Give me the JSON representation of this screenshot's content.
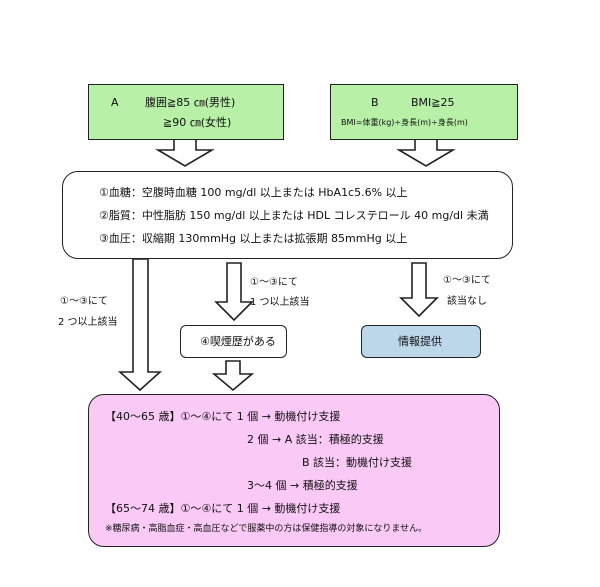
{
  "box_a": {
    "letter": "A",
    "line1": "腹囲≧85 ㎝(男性)",
    "line2": "≧90 ㎝(女性)",
    "fill": "#b7f0a6"
  },
  "box_b": {
    "letter": "B",
    "line1": "BMI≧25",
    "line2": "BMI=体重(kg)÷身長(m)÷身長(m)",
    "fill": "#b7f0a6"
  },
  "criteria": {
    "line1": "①血糖：空腹時血糖 100 mg/dl 以上または HbA1c5.6% 以上",
    "line2": "②脂質：中性脂肪 150 mg/dl 以上または HDL コレステロール 40 mg/dl 未満",
    "line3": "③血圧：収縮期 130mmHg 以上または拡張期 85mmHg 以上"
  },
  "labels": {
    "left_1": "①～③にて",
    "left_2": "2 つ以上該当",
    "mid_1": "①～③にて",
    "mid_2": "1 つ以上該当",
    "right_1": "①～③にて",
    "right_2": "該当なし"
  },
  "smoking": {
    "text": "④喫煙歴がある"
  },
  "info": {
    "text": "情報提供",
    "fill": "#bcd7ea"
  },
  "result": {
    "fill": "#fbc9f5",
    "l1": "【40～65 歳】①～④にて 1 個 → 動機付け支援",
    "l2": "2 個 → A 該当：積極的支援",
    "l3": "B 該当：動機付け支援",
    "l4": "3～4 個 → 積極的支援",
    "l5": "【65～74 歳】①～④にて 1 個 → 動機付け支援",
    "note": "※糖尿病・高脂血症・高血圧などで服薬中の方は保健指導の対象になりません。"
  }
}
